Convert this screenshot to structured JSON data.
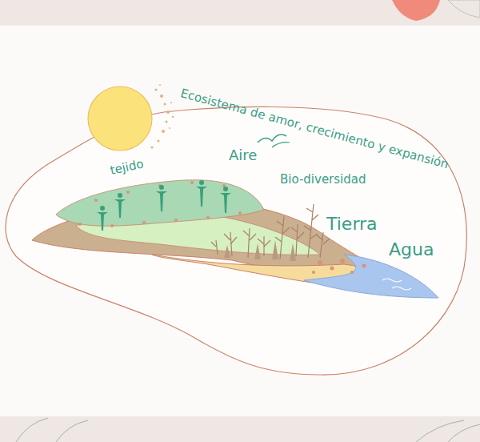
{
  "diagram": {
    "title": "Ecosistema de amor, crecimiento y expansión",
    "labels": [
      "tejido",
      "Aire",
      "Bio-diversidad",
      "Tierra",
      "Agua"
    ]
  }
}
